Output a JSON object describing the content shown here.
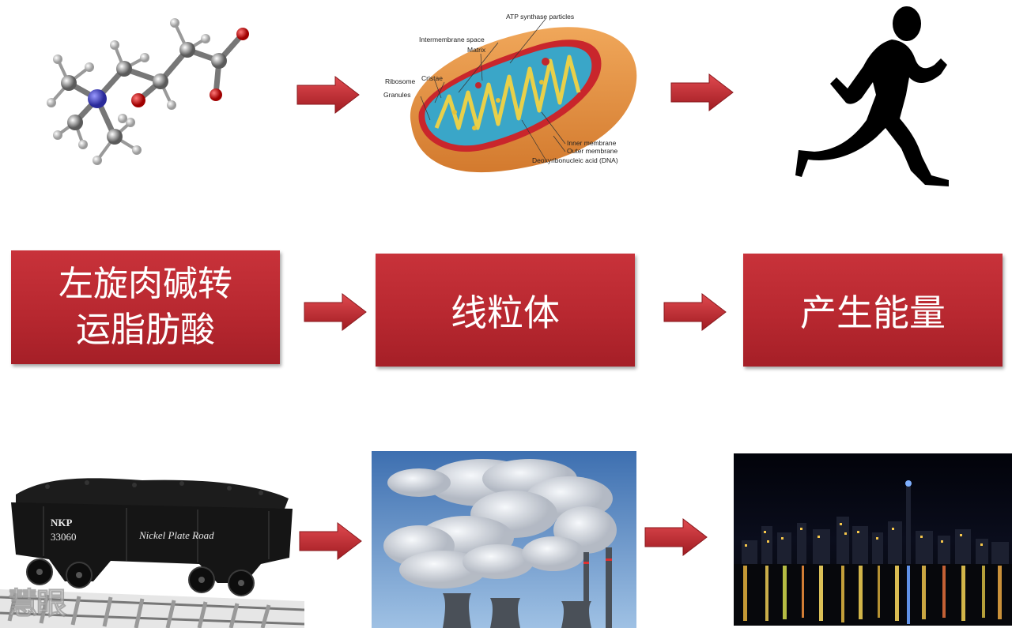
{
  "row_middle": {
    "box1_line1": "左旋肉碱转",
    "box1_line2": "运脂肪酸",
    "box2": "线粒体",
    "box3": "产生能量"
  },
  "mitochondrion_labels": {
    "atp": "ATP synthase particles",
    "intermembrane": "Intermembrane space",
    "matrix": "Matrix",
    "ribosome": "Ribosome",
    "cristae": "Cristae",
    "granules": "Granules",
    "inner": "Inner membrane",
    "outer": "Outer membrane",
    "dna": "Deoxyribonucleic acid (DNA)"
  },
  "train": {
    "reporting_mark": "NKP",
    "number": "33060",
    "name": "Nickel Plate Road"
  },
  "watermark": "慧眼",
  "colors": {
    "box_red": "#b82830",
    "arrow_red": "#c0262e"
  },
  "icons": [
    "molecule-model",
    "mitochondrion-diagram",
    "runner-silhouette",
    "coal-hopper-car",
    "power-plant-smoke",
    "night-city-skyline"
  ]
}
